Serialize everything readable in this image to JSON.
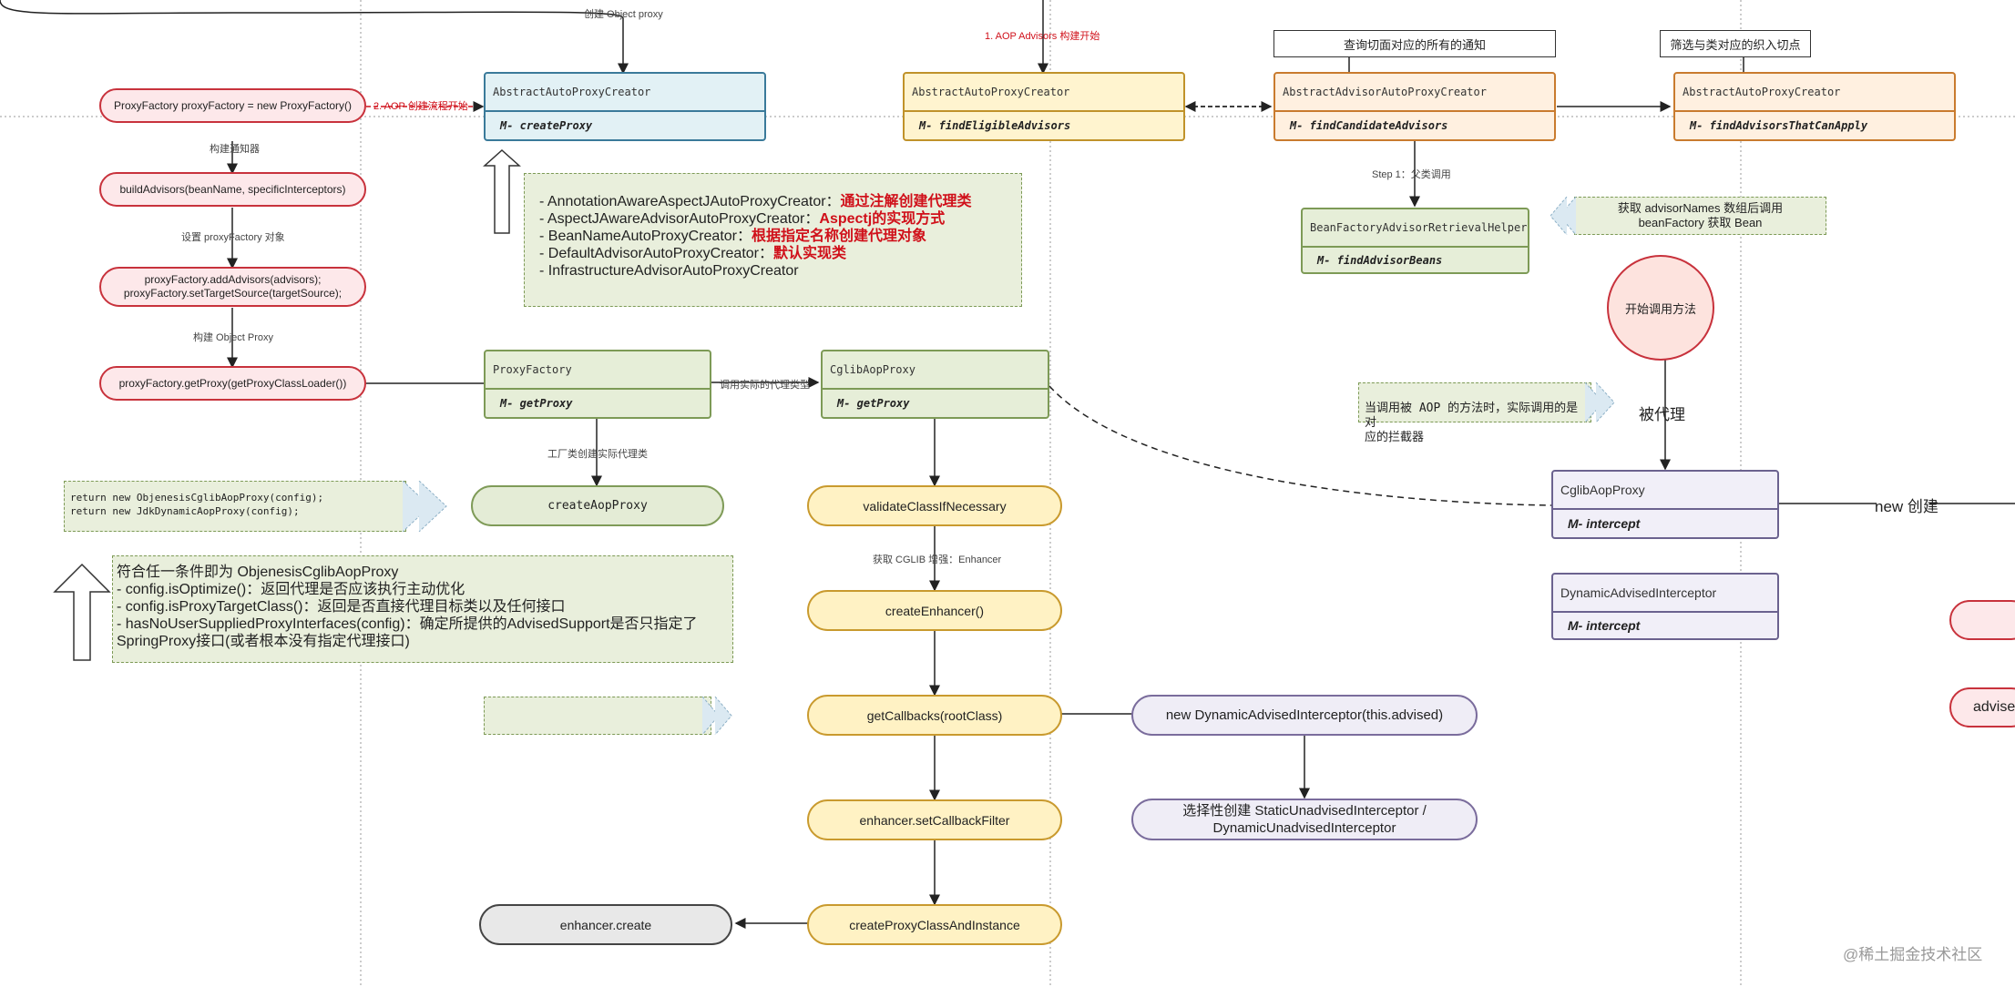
{
  "labels": {
    "create_object_proxy_top": "创建 Object proxy",
    "aop_advisors_start": "1. AOP Advisors 构建开始",
    "aop_create_flow_start": "2. AOP 创建流程开始",
    "build_notify": "构建通知器",
    "set_proxy_factory": "设置 proxyFactory 对象",
    "build_object_proxy": "构建 Object Proxy",
    "call_actual_proxy_type": "调用实际的代理类型",
    "factory_create_proxy": "工厂类创建实际代理类",
    "get_cglib_enhancer": "获取 CGLIB 增强：Enhancer",
    "step1_parent_call": "Step 1：父类调用",
    "proxied": "被代理",
    "new_create": "new 创建",
    "watermark": "@稀土掘金技术社区"
  },
  "callouts": {
    "query_advices": "查询切面对应的所有的通知",
    "filter_pointcuts": "筛选与类对应的织入切点"
  },
  "left_flow": {
    "proxy_factory_new": "ProxyFactory proxyFactory = new ProxyFactory()",
    "build_advisors": "buildAdvisors(beanName, specificInterceptors)",
    "add_advisors": "proxyFactory.addAdvisors(advisors);\nproxyFactory.setTargetSource(targetSource);",
    "get_proxy": "proxyFactory.getProxy(getProxyClassLoader())"
  },
  "classes": {
    "abstract_auto_proxy_creator_1": {
      "name": "AbstractAutoProxyCreator",
      "method": "M- createProxy"
    },
    "abstract_auto_proxy_creator_2": {
      "name": "AbstractAutoProxyCreator",
      "method": "M- findEligibleAdvisors"
    },
    "abstract_advisor_auto_proxy_creator": {
      "name": "AbstractAdvisorAutoProxyCreator",
      "method": "M- findCandidateAdvisors"
    },
    "abstract_auto_proxy_creator_3": {
      "name": "AbstractAutoProxyCreator",
      "method": "M- findAdvisorsThatCanApply"
    },
    "bean_factory_advisor_retrieval_helper": {
      "name": "BeanFactoryAdvisorRetrievalHelper",
      "method": "M- findAdvisorBeans"
    },
    "proxy_factory": {
      "name": "ProxyFactory",
      "method": "M- getProxy"
    },
    "cglib_aop_proxy": {
      "name": "CglibAopProxy",
      "method": "M- getProxy"
    },
    "cglib_aop_proxy_right": {
      "name": "CglibAopProxy",
      "method": "M- intercept"
    },
    "dynamic_advised_interceptor": {
      "name": "DynamicAdvisedInterceptor",
      "method": "M- intercept"
    }
  },
  "creators_note": {
    "l1": "- AnnotationAwareAspectJAutoProxyCreator：",
    "l1r": "通过注解创建代理类",
    "l2": "- AspectJAwareAdvisorAutoProxyCreator：",
    "l2r": "Aspectj的实现方式",
    "l3": "- BeanNameAutoProxyCreator：",
    "l3r": "根据指定名称创建代理对象",
    "l4": "- DefaultAdvisorAutoProxyCreator：",
    "l4r": "默认实现类",
    "l5": "- InfrastructureAdvisorAutoProxyCreator"
  },
  "code_note": {
    "l1": "return new ObjenesisCglibAopProxy(config);",
    "l2": "return new JdkDynamicAopProxy(config);"
  },
  "objenesis_note": {
    "l1": "符合任一条件即为 ObjenesisCglibAopProxy",
    "l2": "- config.isOptimize()：返回代理是否应该执行主动优化",
    "l3": "- config.isProxyTargetClass()：返回是否直接代理目标类以及任何接口",
    "l4": "- hasNoUserSuppliedProxyInterfaces(config)：确定所提供的AdvisedSupport是否只指定了",
    "l5": "SpringProxy接口(或者根本没有指定代理接口)"
  },
  "advisor_names_note": "获取 advisorNames 数组后调用\nbeanFactory 获取 Bean",
  "aop_call_note": "当调用被 AOP 的方法时，实际调用的是对\n应的拦截器",
  "nodes": {
    "create_aop_proxy": "createAopProxy",
    "validate_class": "validateClassIfNecessary",
    "create_enhancer": "createEnhancer()",
    "get_callbacks": "getCallbacks(rootClass)",
    "set_callback_filter": "enhancer.setCallbackFilter",
    "create_proxy_class_and_instance": "createProxyClassAndInstance",
    "enhancer_create": "enhancer.create",
    "new_dynamic_advised_interceptor": "new DynamicAdvisedInterceptor(this.advised)",
    "select_interceptor": "选择性创建 StaticUnadvisedInterceptor /\nDynamicUnadvisedInterceptor",
    "start_call_method": "开始调用方法",
    "advised_partial": "advise"
  },
  "colors": {
    "red_border": "#c8323c",
    "yellow_border": "#c99a2e",
    "green_border": "#7f9b58",
    "purple_border": "#6b628f",
    "blue_border": "#3a7a9a"
  }
}
